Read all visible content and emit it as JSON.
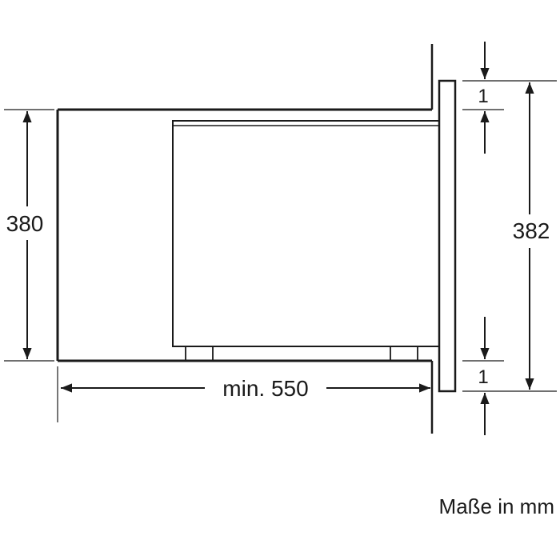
{
  "dimensions": {
    "cabinet_height": "380",
    "appliance_height": "382",
    "min_depth": "min. 550",
    "top_gap": "1",
    "bottom_gap": "1"
  },
  "units_note": "Maße in mm"
}
